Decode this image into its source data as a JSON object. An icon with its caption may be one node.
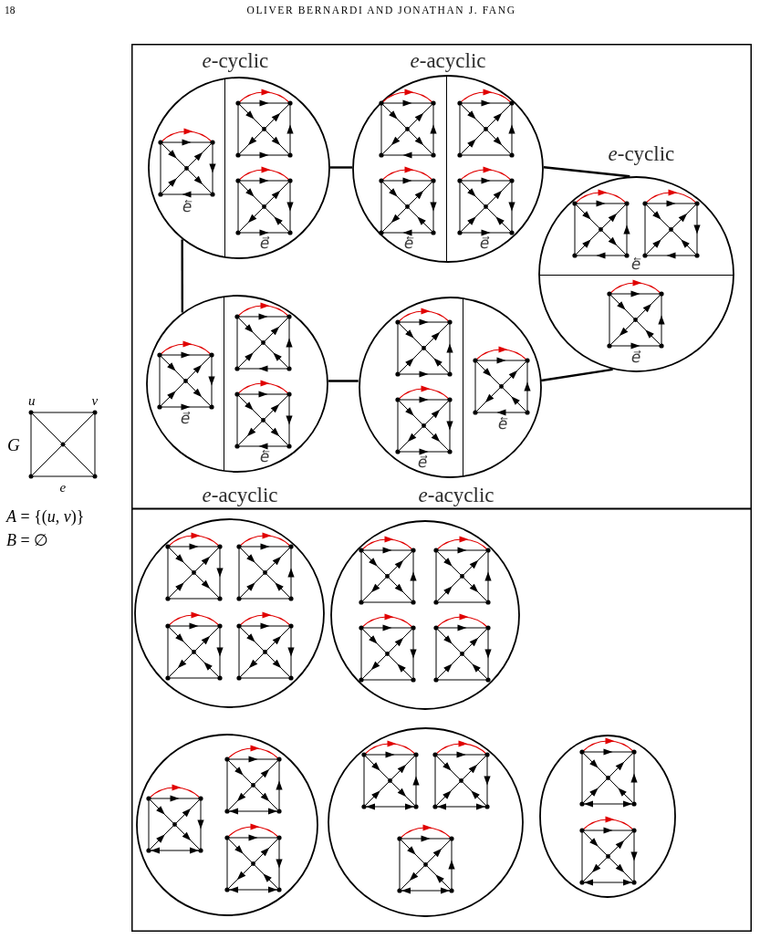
{
  "diagram": {
    "nodes": [
      {
        "text": [],
        "shape": "box"
      },
      {
        "text": [
          "*e*-cyclic",
          "e⃖",
          "e⃗"
        ],
        "in": 0
      },
      {
        "text": [
          "*e*-acyclic",
          "e⃖",
          "e⃗"
        ],
        "in": 0
      },
      {
        "text": [
          "*e*-cyclic",
          "e⃖",
          "e⃗"
        ],
        "in": 0
      },
      {
        "text": [
          "e⃗",
          "e⃖",
          "*e*-acyclic"
        ],
        "in": 0
      },
      {
        "text": [
          "e⃖",
          "e⃗",
          "*e*-acyclic"
        ],
        "in": 0
      },
      {
        "text": [],
        "shape": "box"
      },
      {
        "text": [],
        "shape": "circle",
        "in": 6
      },
      {
        "text": [],
        "shape": "circle",
        "in": 6
      },
      {
        "text": [],
        "shape": "circle",
        "in": 6
      },
      {
        "text": [],
        "shape": "circle",
        "in": 6
      },
      {
        "text": [],
        "shape": "ellipse",
        "in": 6
      }
    ],
    "edges": [
      {
        "from": 1,
        "to": 2,
        "arrow": "none"
      },
      {
        "from": 2,
        "to": 3,
        "arrow": "none"
      },
      {
        "from": 1,
        "to": 4,
        "arrow": "none"
      },
      {
        "from": 4,
        "to": 5,
        "arrow": "none"
      },
      {
        "from": 5,
        "to": 3,
        "arrow": "none"
      }
    ],
    "labels": [
      "18",
      "OLIVER BERNARDI AND JONATHAN J. FANG",
      "u",
      "v",
      "G",
      "e",
      "*A* = {(*u*, *v*)}",
      "*B* = ∅"
    ]
  }
}
